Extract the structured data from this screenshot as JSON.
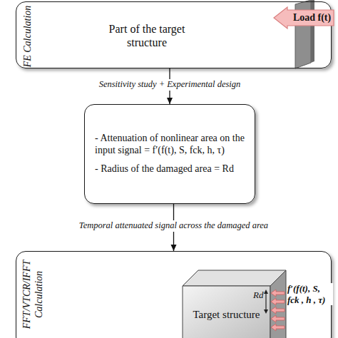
{
  "diagram": {
    "nodes": [
      {
        "text": [
          "FE Calculation",
          "Part of the target structure"
        ]
      },
      {
        "text": [
          "Load f(t)"
        ],
        "in": 0
      },
      {
        "text": [
          "- Attenuation of nonlinear area on the input signal = f′(f(t), S, fck, h, τ)",
          "- Radius of the damaged area = Rd"
        ]
      },
      {
        "text": [
          "FFT/VTCR/IFFT Calculation"
        ]
      },
      {
        "text": [
          "Target structure"
        ],
        "in": 3
      }
    ],
    "edges": [
      {
        "from": 0,
        "to": 2,
        "arrow": "to",
        "label": "Sensitivity study + Experimental design"
      },
      {
        "from": 2,
        "to": 3,
        "arrow": "to",
        "label": "Temporal attenuated signal across the damaged area"
      }
    ],
    "labels": [
      "Rd",
      "f′(f(t), S, fck , h , τ)"
    ]
  }
}
